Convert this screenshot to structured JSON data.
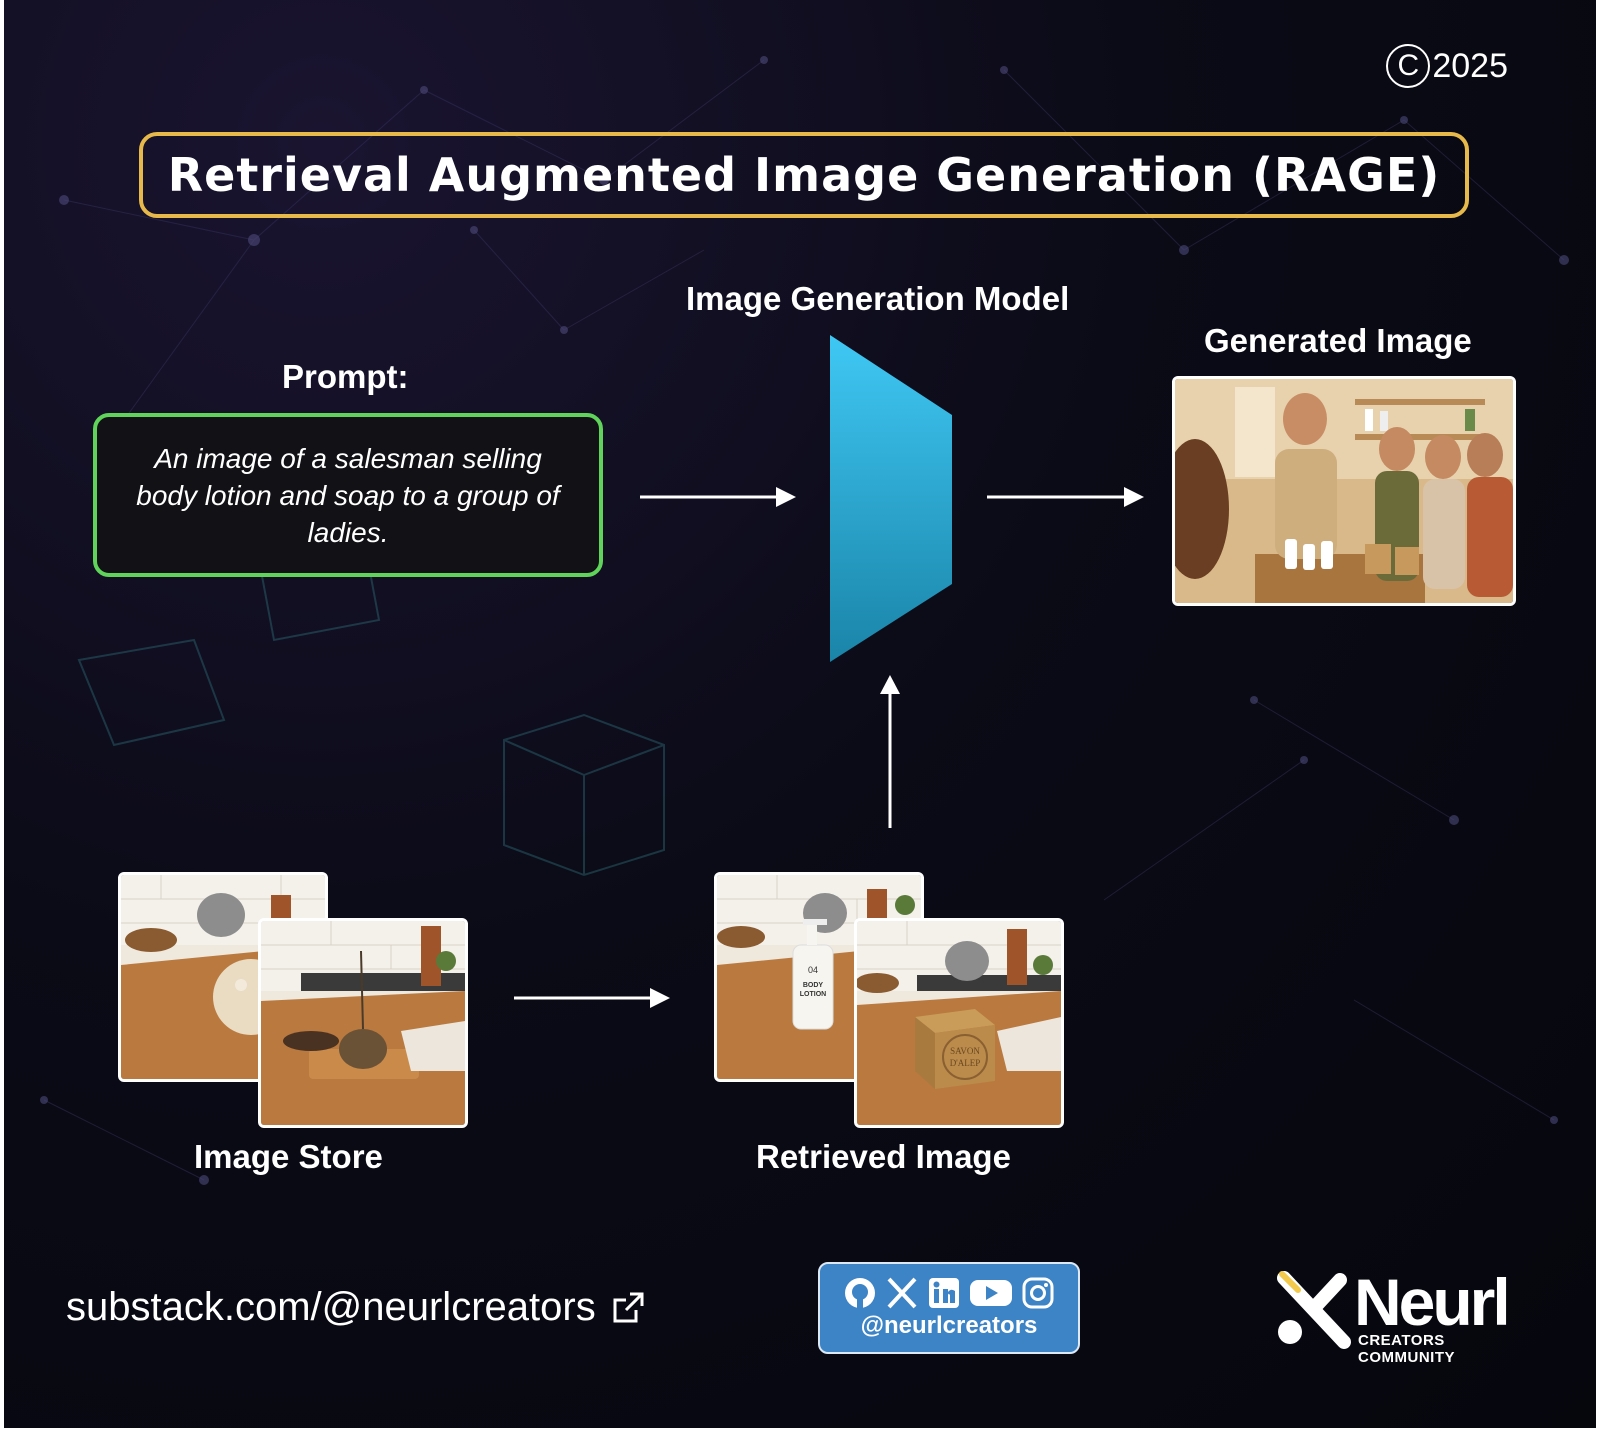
{
  "copyright": {
    "symbol": "C",
    "year": "2025"
  },
  "title": "Retrieval Augmented Image Generation (RAGE)",
  "model": {
    "label": "Image Generation  Model"
  },
  "prompt": {
    "label": "Prompt:",
    "text": "An image of a salesman selling body lotion and soap to a group of ladies."
  },
  "generated": {
    "label": "Generated Image"
  },
  "store": {
    "label": "Image Store"
  },
  "retrieved": {
    "label": "Retrieved Image",
    "bottle_text": "04 BODY LOTION",
    "soap_text": "SAVON D'ALEP"
  },
  "footer": {
    "substack": "substack.com/@neurlcreators",
    "handle": "@neurlcreators",
    "social_icons": [
      "github-icon",
      "x-icon",
      "linkedin-icon",
      "youtube-icon",
      "instagram-icon"
    ],
    "brand_name": "Neurl",
    "brand_sub": "CREATORS COMMUNITY"
  },
  "colors": {
    "title_border": "#e7b94a",
    "prompt_border": "#5fd35a",
    "model_gradient_top": "#3fc8f4",
    "model_gradient_bottom": "#1a84a8",
    "social_bg": "#3d84c6"
  }
}
